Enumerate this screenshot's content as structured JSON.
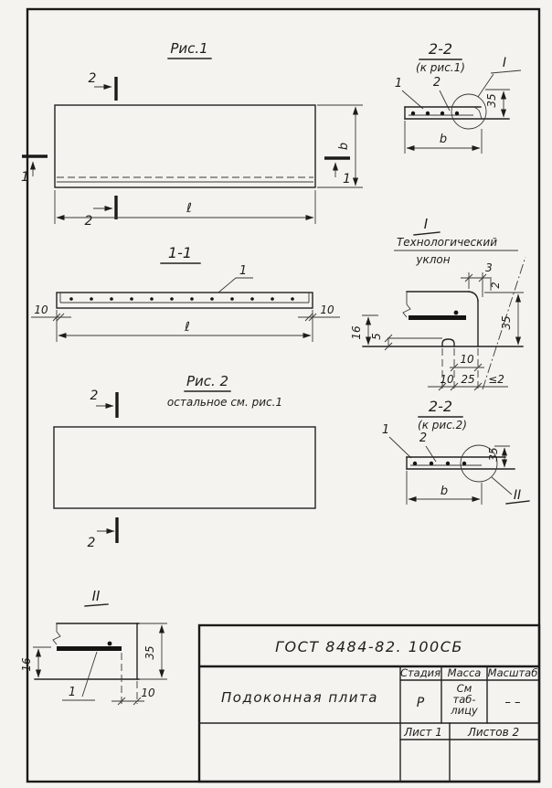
{
  "fig1": {
    "title": "Рис.1",
    "cut2_top": "2",
    "cut2_bottom": "2",
    "cut1_left": "1",
    "cut1_right": "1",
    "dim_b": "b",
    "dim_l": "ℓ"
  },
  "sec22r1": {
    "title": "2-2",
    "sub": "(к рис.1)",
    "detail": "I",
    "pos1": "1",
    "pos2": "2",
    "dim35": "35",
    "dim_b": "b"
  },
  "sec11": {
    "title": "1-1",
    "pos1": "1",
    "dim10_left": "10",
    "dim10_right": "10",
    "dim_l": "ℓ"
  },
  "fig2": {
    "title": "Рис. 2",
    "sub": "остальное см. рис.1",
    "cut2_top": "2",
    "cut2_bottom": "2"
  },
  "detail1": {
    "title": "I",
    "note1": "Технологический",
    "note2": "уклон",
    "dim3": "3",
    "dim2": "2",
    "dim35": "35",
    "dim16": "16",
    "dim5": "5",
    "dim10a": "10",
    "dim10b": "10",
    "dim25": "25",
    "dim_slope": "≤2"
  },
  "sec22r2": {
    "title": "2-2",
    "sub": "(к рис.2)",
    "detail": "II",
    "pos1": "1",
    "pos2": "2",
    "dim35": "35",
    "dim_b": "b"
  },
  "detail2": {
    "title": "II",
    "pos1": "1",
    "dim16": "16",
    "dim35": "35",
    "dim10": "10"
  },
  "titleblock": {
    "doc": "ГОСТ 8484-82. 100СБ",
    "name": "Подоконная плита",
    "col_stage": "Стадия",
    "col_mass": "Масса",
    "col_scale": "Масштаб",
    "stage": "Р",
    "mass1": "См",
    "mass2": "таб-",
    "mass3": "лицу",
    "scale": "– –",
    "sheet": "Лист 1",
    "sheets": "Листов 2"
  }
}
